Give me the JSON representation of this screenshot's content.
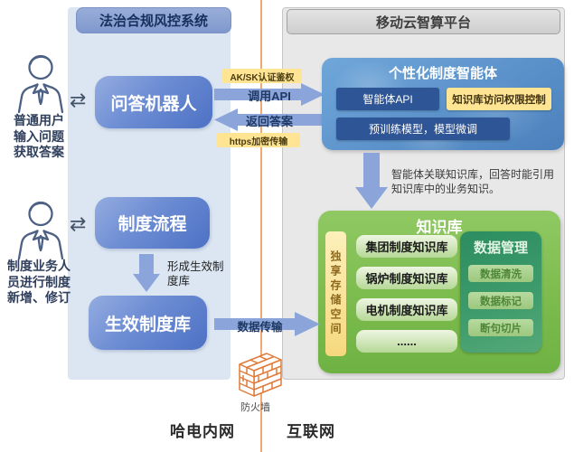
{
  "left_panel": {
    "title": "法治合规风控系统",
    "user1_lines": [
      "普通用户",
      "输入问题",
      "获取答案"
    ],
    "user2_lines": [
      "制度业务人",
      "员进行制度",
      "新增、修订"
    ],
    "qa_bot": "问答机器人",
    "process_flow": "制度流程",
    "effective_repo": "生效制度库",
    "form_label_lines": [
      "形成生效制",
      "度库"
    ]
  },
  "middle": {
    "auth_label": "AK/SK认证鉴权",
    "call_api": "调用API",
    "return_answer": "返回答案",
    "https_label": "https加密传输",
    "data_transfer": "数据传输",
    "firewall": "防火墙",
    "intranet": "哈电内网",
    "internet": "互联网"
  },
  "right_panel": {
    "title": "移动云智算平台",
    "agent": {
      "title": "个性化制度智能体",
      "api": "智能体API",
      "permission": "知识库访问权限控制",
      "model": "预训练模型，模型微调"
    },
    "annotation_lines": [
      "智能体关联知识库，回答时能引用",
      "知识库中的业务知识。"
    ],
    "kb": {
      "title": "知识库",
      "storage": "独享存储空间",
      "rows": [
        "集团制度知识库",
        "锅炉制度知识库",
        "电机制度知识库",
        "......"
      ],
      "dm_title": "数据管理",
      "dm_items": [
        "数据清洗",
        "数据标记",
        "断句切片"
      ]
    }
  },
  "colors": {
    "arrow_blue": "#8ba5da",
    "node_blue": "#4d71c4",
    "navy": "#1f3864",
    "yellow": "#ffe494",
    "green": "#7cbb4d",
    "dark_green": "#2c8d60",
    "orange": "#e07b39"
  }
}
